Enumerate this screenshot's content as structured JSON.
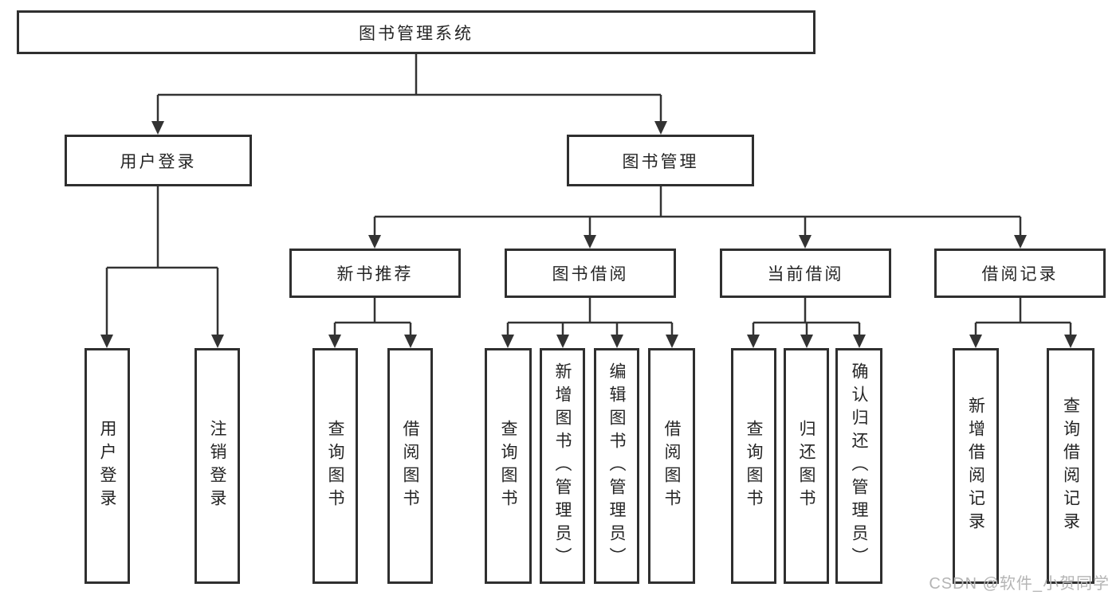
{
  "colors": {
    "line": "#333333",
    "box_border": "#2f2f2f",
    "text": "#252525",
    "watermark": "#b5b5b5"
  },
  "tree": {
    "label": "图书管理系统",
    "children": [
      {
        "label": "用户登录",
        "children": [
          {
            "label": "用户登录"
          },
          {
            "label": "注销登录"
          }
        ]
      },
      {
        "label": "图书管理",
        "children": [
          {
            "label": "新书推荐",
            "children": [
              {
                "label": "查询图书"
              },
              {
                "label": "借阅图书"
              }
            ]
          },
          {
            "label": "图书借阅",
            "children": [
              {
                "label": "查询图书"
              },
              {
                "label": "新增图书（管理员）"
              },
              {
                "label": "编辑图书（管理员）"
              },
              {
                "label": "借阅图书"
              }
            ]
          },
          {
            "label": "当前借阅",
            "children": [
              {
                "label": "查询图书"
              },
              {
                "label": "归还图书"
              },
              {
                "label": "确认归还（管理员）"
              }
            ]
          },
          {
            "label": "借阅记录",
            "children": [
              {
                "label": "新增借阅记录"
              },
              {
                "label": "查询借阅记录"
              }
            ]
          }
        ]
      }
    ]
  },
  "watermark": {
    "text": "CSDN @软件_小贺同学"
  }
}
